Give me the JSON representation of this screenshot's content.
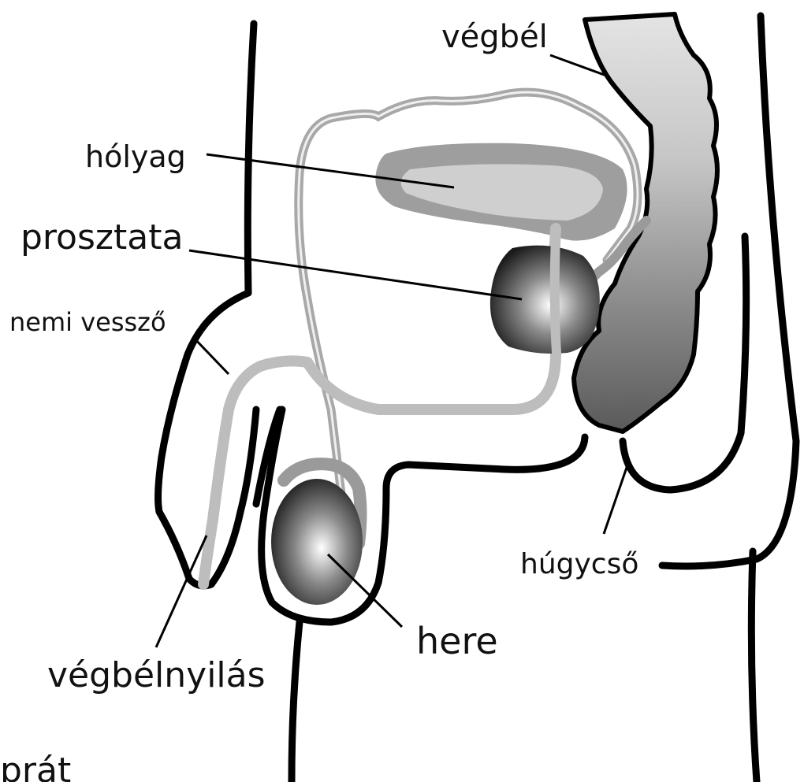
{
  "labels": {
    "vegbel": "végbél",
    "holyag": "hólyag",
    "prosztata": "prosztata",
    "nemi_vesszo": "nemi vessző",
    "hugycso": "húgycső",
    "here": "here",
    "vegbelnyilas": "végbélnyilás",
    "cropped_bottom": "prát"
  },
  "colors": {
    "outline": "#000000",
    "rectum_light": "#e0e0e0",
    "rectum_dark": "#555555",
    "bladder_outer": "#9e9e9e",
    "bladder_inner": "#cfcfcf",
    "urethra": "#bdbdbd",
    "vas_deferens": "#a8a8a8",
    "gland_highlight": "#ffffff",
    "gland_shadow": "#1a1a1a"
  }
}
